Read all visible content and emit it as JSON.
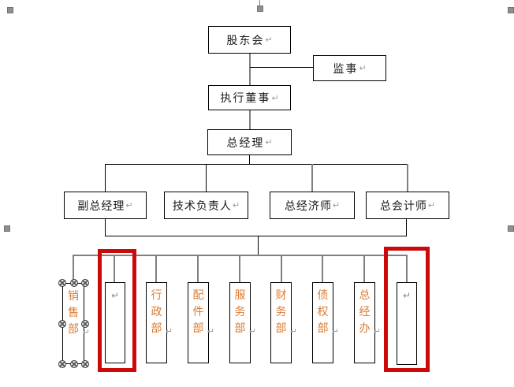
{
  "paragraph_mark": "↵",
  "org_chart": {
    "top_nodes": [
      {
        "id": "shareholders-meeting",
        "label": "股东会"
      },
      {
        "id": "supervisor",
        "label": "监事"
      },
      {
        "id": "executive-director",
        "label": "执行董事"
      },
      {
        "id": "general-manager",
        "label": "总经理"
      }
    ],
    "middle_nodes": [
      {
        "id": "deputy-general-manager",
        "label": "副总经理"
      },
      {
        "id": "technical-director",
        "label": "技术负责人"
      },
      {
        "id": "chief-economist",
        "label": "总经济师"
      },
      {
        "id": "chief-accountant",
        "label": "总会计师"
      }
    ],
    "department_nodes": [
      {
        "id": "sales-dept",
        "label": "销售部",
        "selected": true,
        "highlighted": false
      },
      {
        "id": "empty-box-1",
        "label": "",
        "selected": false,
        "highlighted": true
      },
      {
        "id": "admin-dept",
        "label": "行政部",
        "selected": false,
        "highlighted": false
      },
      {
        "id": "parts-dept",
        "label": "配件部",
        "selected": false,
        "highlighted": false
      },
      {
        "id": "service-dept",
        "label": "服务部",
        "selected": false,
        "highlighted": false
      },
      {
        "id": "finance-dept",
        "label": "财务部",
        "selected": false,
        "highlighted": false
      },
      {
        "id": "debt-dept",
        "label": "债权部",
        "selected": false,
        "highlighted": false
      },
      {
        "id": "gm-office",
        "label": "总经办",
        "selected": false,
        "highlighted": false
      },
      {
        "id": "empty-box-2",
        "label": "",
        "selected": false,
        "highlighted": true
      }
    ],
    "colors": {
      "department_text": "#DC7B30",
      "highlight_border": "#CC0A0A",
      "connector_gray": "#808080",
      "connector_black": "#000000",
      "node_border": "#000000",
      "paragraph_mark": "#9A9A9A"
    }
  }
}
